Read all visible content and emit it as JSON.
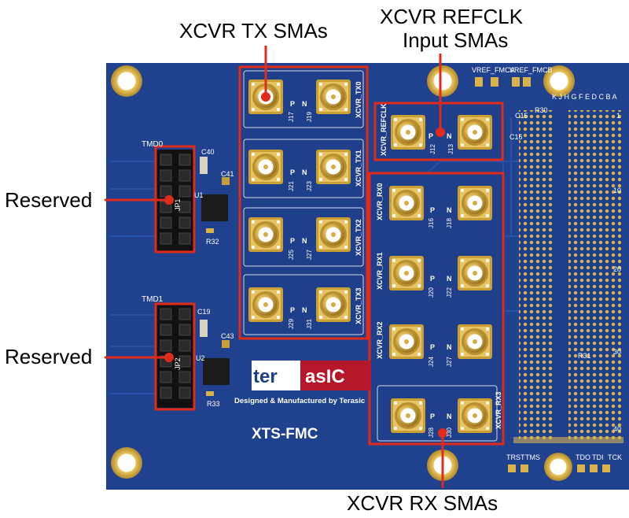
{
  "callouts": {
    "tx": "XCVR TX SMAs",
    "refclk_line1": "XCVR REFCLK",
    "refclk_line2": "Input SMAs",
    "reserved_top": "Reserved",
    "reserved_bottom": "Reserved",
    "rx": "XCVR RX SMAs"
  },
  "board": {
    "name": "XTS-FMC",
    "logo_left": "ter",
    "logo_right": "asIC",
    "tagline": "Designed & Manufactured by Terasic",
    "vref_a": "VREF_FMCA",
    "vref_b": "VREF_FMCB",
    "header_top": "TMD0",
    "header_bottom": "TMD1",
    "jp1": "JP1",
    "jp2": "JP2",
    "u1": "U1",
    "u2": "U2",
    "r32": "R32",
    "r33": "R33",
    "c41": "C41",
    "c43": "C43",
    "c40": "C40",
    "c19": "C19",
    "c15": "C15",
    "c16": "C16",
    "r30": "R30",
    "r31": "R31",
    "col_letters": "K J H G F  E D C B A",
    "row_1": "1",
    "row_10": "10",
    "row_20": "20",
    "row_30": "30",
    "row_40": "40",
    "jtag_left": [
      "TRST",
      "TMS"
    ],
    "jtag_right": [
      "TDO",
      "TDI",
      "TCK"
    ]
  },
  "tx_labels": [
    "XCVR_TX0",
    "XCVR_TX1",
    "XCVR_TX2",
    "XCVR_TX3"
  ],
  "rx_labels": [
    "XCVR_RX0",
    "XCVR_RX1",
    "XCVR_RX2",
    "XCVR_RX3"
  ],
  "refclk_label": "XCVR_REFCLK",
  "tx_refs": [
    [
      "J17",
      "J19"
    ],
    [
      "J21",
      "J23"
    ],
    [
      "J25",
      "J27"
    ],
    [
      "J29",
      "J31"
    ]
  ],
  "rx_refs": [
    [
      "J16",
      "J18"
    ],
    [
      "J20",
      "J22"
    ],
    [
      "J24",
      "J27"
    ],
    [
      "J28",
      "J30"
    ]
  ],
  "refclk_refs": [
    "J12",
    "J13"
  ],
  "pol_p": "P",
  "pol_n": "N",
  "colors": {
    "board": "#1f3f8a",
    "board_dark": "#183370",
    "callout_box": "#e02a1a",
    "gold": "#d8b24a",
    "silk": "#ffffff"
  }
}
